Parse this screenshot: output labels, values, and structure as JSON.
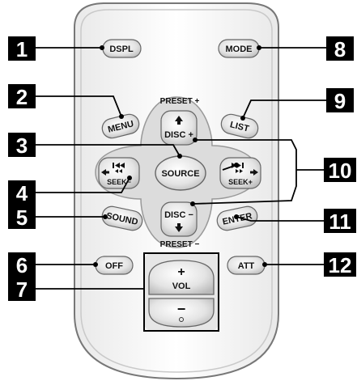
{
  "buttons": {
    "dspl": "DSPL",
    "mode": "MODE",
    "menu": "MENU",
    "list": "LIST",
    "disc_plus_line1": "DISC +",
    "disc_minus_line1": "DISC −",
    "source": "SOURCE",
    "seek_minus": "SEEK−",
    "seek_plus": "SEEK+",
    "sound": "SOUND",
    "enter": "ENTER",
    "off": "OFF",
    "att": "ATT",
    "vol_plus": "+",
    "vol_label": "VOL",
    "vol_minus": "−"
  },
  "labels": {
    "preset_plus": "PRESET +",
    "preset_minus": "PRESET −"
  },
  "callouts": [
    "1",
    "2",
    "3",
    "4",
    "5",
    "6",
    "7",
    "8",
    "9",
    "10",
    "11",
    "12"
  ]
}
